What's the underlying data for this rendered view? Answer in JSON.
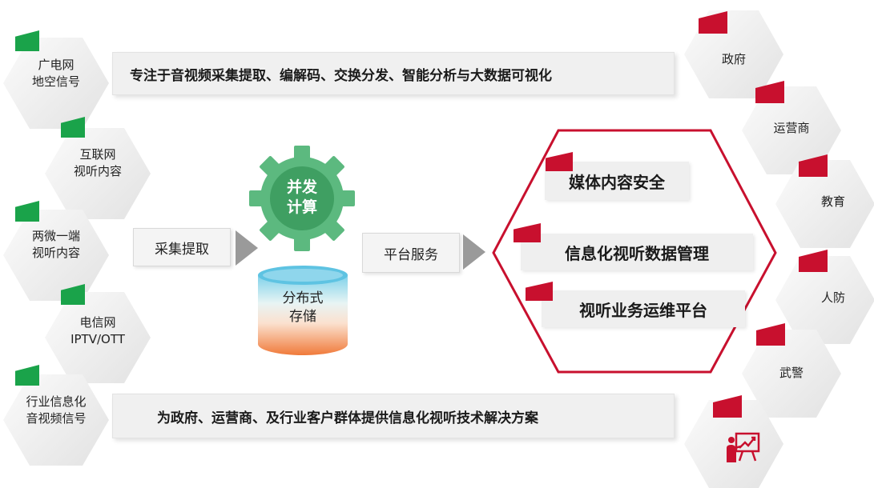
{
  "sources": [
    {
      "label": "广电网\n地空信号"
    },
    {
      "label": "互联网\n视听内容"
    },
    {
      "label": "两微一端\n视听内容"
    },
    {
      "label": "电信网\nIPTV/OTT"
    },
    {
      "label": "行业信息化\n音视频信号"
    }
  ],
  "top_banner": "专注于音视频采集提取、编解码、交换分发、智能分析与大数据可视化",
  "bottom_banner": "为政府、运营商、及行业客户群体提供信息化视听技术解决方案",
  "flow": {
    "collect": "采集提取",
    "gear": "并发\n计算",
    "storage": "分布式\n存储",
    "platform": "平台服务"
  },
  "services": [
    "媒体内容安全",
    "信息化视听数据管理",
    "视听业务运维平台"
  ],
  "clients": [
    {
      "label": "政府"
    },
    {
      "label": "运营商"
    },
    {
      "label": "教育"
    },
    {
      "label": "人防"
    },
    {
      "label": "武警"
    },
    {
      "label": "",
      "icon": "presentation-icon"
    }
  ],
  "colors": {
    "green": "#1aa34a",
    "red": "#c8102e",
    "gear": "#5cb97f",
    "gray": "#9a9a9a"
  }
}
